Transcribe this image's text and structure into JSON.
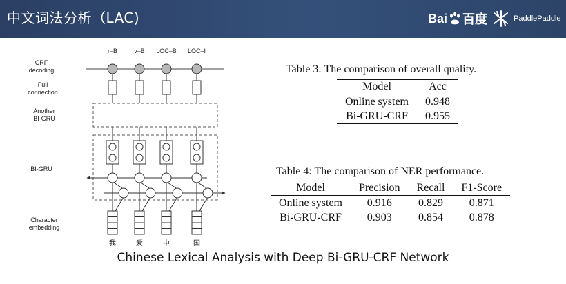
{
  "header": {
    "title": "中文词法分析（LAC)",
    "baidu_logo": {
      "left": "Bai",
      "right": "百度"
    },
    "paddle_logo": "PaddlePaddle"
  },
  "diagram": {
    "layer_labels": {
      "crf": "CRF\ndecoding",
      "full": "Full\nconnection",
      "another": "Another\nBI-GRU",
      "bigru": "BI-GRU",
      "embed": "Character\nembedding"
    },
    "tags": [
      "r–B",
      "v–B",
      "LOC–B",
      "LOC–I"
    ],
    "characters": [
      "我",
      "爱",
      "中",
      "国"
    ]
  },
  "table3": {
    "caption": "Table 3:  The comparison of overall quality.",
    "headers": [
      "Model",
      "Acc"
    ],
    "rows": [
      [
        "Online system",
        "0.948"
      ],
      [
        "Bi-GRU-CRF",
        "0.955"
      ]
    ]
  },
  "table4": {
    "caption": "Table 4:  The comparison of NER performance.",
    "headers": [
      "Model",
      "Precision",
      "Recall",
      "F1-Score"
    ],
    "rows": [
      [
        "Online system",
        "0.916",
        "0.829",
        "0.871"
      ],
      [
        "Bi-GRU-CRF",
        "0.903",
        "0.854",
        "0.878"
      ]
    ]
  },
  "caption": "Chinese Lexical Analysis with Deep Bi-GRU-CRF Network"
}
